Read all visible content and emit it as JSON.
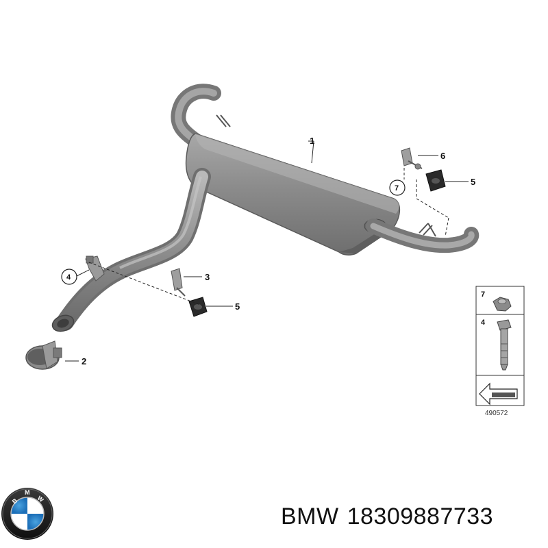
{
  "diagram": {
    "callouts": {
      "c1": "1",
      "c2": "2",
      "c3": "3",
      "c4": "4",
      "c5a": "5",
      "c5b": "5",
      "c6": "6",
      "c7": "7"
    },
    "legend": {
      "item_top": "7",
      "item_bottom": "4",
      "code": "490572"
    }
  },
  "footer": {
    "brand": "BMW",
    "part_number": "18309887733",
    "logo_text": "B M W"
  }
}
